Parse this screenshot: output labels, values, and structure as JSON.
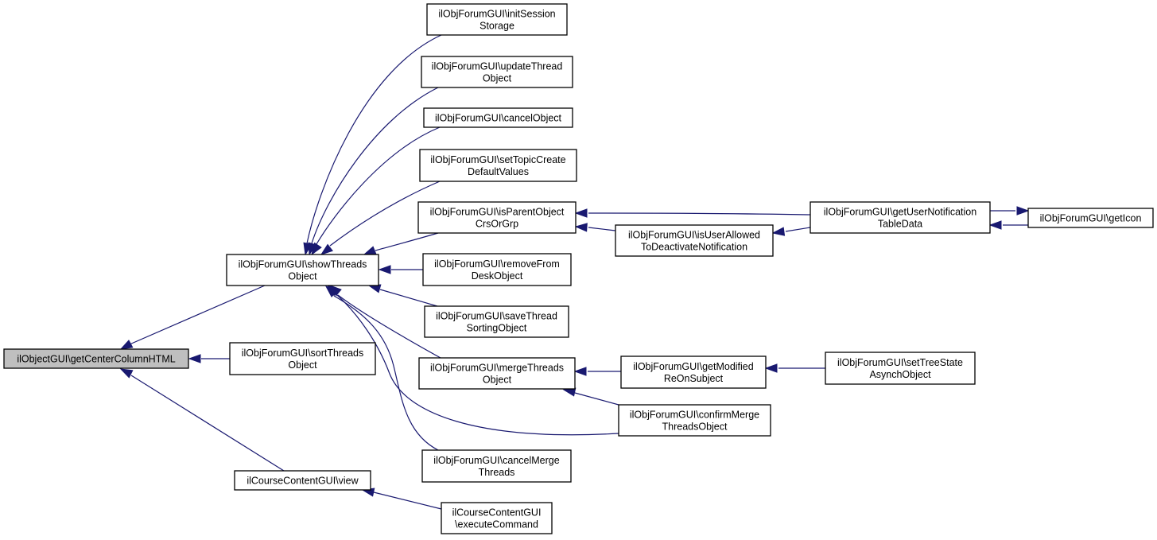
{
  "diagram": {
    "type": "call-graph",
    "colors": {
      "edge": "#191970",
      "root_fill": "#bfbfbf",
      "node_fill": "#ffffff",
      "border": "#000000"
    },
    "nodes": [
      {
        "id": "root",
        "lines": [
          "ilObjectGUI\\getCenterColumnHTML"
        ],
        "root": true
      },
      {
        "id": "showThreads",
        "lines": [
          "ilObjForumGUI\\showThreads",
          "Object"
        ]
      },
      {
        "id": "sortThreads",
        "lines": [
          "ilObjForumGUI\\sortThreads",
          "Object"
        ]
      },
      {
        "id": "view",
        "lines": [
          "ilCourseContentGUI\\view"
        ]
      },
      {
        "id": "initSession",
        "lines": [
          "ilObjForumGUI\\initSession",
          "Storage"
        ]
      },
      {
        "id": "updateThread",
        "lines": [
          "ilObjForumGUI\\updateThread",
          "Object"
        ]
      },
      {
        "id": "cancelObject",
        "lines": [
          "ilObjForumGUI\\cancelObject"
        ]
      },
      {
        "id": "setTopic",
        "lines": [
          "ilObjForumGUI\\setTopicCreate",
          "DefaultValues"
        ]
      },
      {
        "id": "isParent",
        "lines": [
          "ilObjForumGUI\\isParentObject",
          "CrsOrGrp"
        ]
      },
      {
        "id": "removeFromDesk",
        "lines": [
          "ilObjForumGUI\\removeFrom",
          "DeskObject"
        ]
      },
      {
        "id": "saveThreadSorting",
        "lines": [
          "ilObjForumGUI\\saveThread",
          "SortingObject"
        ]
      },
      {
        "id": "mergeThreads",
        "lines": [
          "ilObjForumGUI\\mergeThreads",
          "Object"
        ]
      },
      {
        "id": "cancelMerge",
        "lines": [
          "ilObjForumGUI\\cancelMerge",
          "Threads"
        ]
      },
      {
        "id": "executeCommand",
        "lines": [
          "ilCourseContentGUI",
          "\\executeCommand"
        ]
      },
      {
        "id": "isUserAllowed",
        "lines": [
          "ilObjForumGUI\\isUserAllowed",
          "ToDeactivateNotification"
        ]
      },
      {
        "id": "getModified",
        "lines": [
          "ilObjForumGUI\\getModified",
          "ReOnSubject"
        ]
      },
      {
        "id": "confirmMerge",
        "lines": [
          "ilObjForumGUI\\confirmMerge",
          "ThreadsObject"
        ]
      },
      {
        "id": "getUserNotif",
        "lines": [
          "ilObjForumGUI\\getUserNotification",
          "TableData"
        ]
      },
      {
        "id": "getIcon",
        "lines": [
          "ilObjForumGUI\\getIcon"
        ]
      },
      {
        "id": "setTreeState",
        "lines": [
          "ilObjForumGUI\\setTreeState",
          "AsynchObject"
        ]
      }
    ],
    "edges": [
      {
        "from": "showThreads",
        "to": "root"
      },
      {
        "from": "sortThreads",
        "to": "root"
      },
      {
        "from": "view",
        "to": "root"
      },
      {
        "from": "initSession",
        "to": "showThreads"
      },
      {
        "from": "updateThread",
        "to": "showThreads"
      },
      {
        "from": "cancelObject",
        "to": "showThreads"
      },
      {
        "from": "setTopic",
        "to": "showThreads"
      },
      {
        "from": "isParent",
        "to": "showThreads"
      },
      {
        "from": "removeFromDesk",
        "to": "showThreads"
      },
      {
        "from": "saveThreadSorting",
        "to": "showThreads"
      },
      {
        "from": "mergeThreads",
        "to": "showThreads"
      },
      {
        "from": "confirmMerge",
        "to": "showThreads"
      },
      {
        "from": "cancelMerge",
        "to": "showThreads"
      },
      {
        "from": "executeCommand",
        "to": "view"
      },
      {
        "from": "getUserNotif",
        "to": "isParent"
      },
      {
        "from": "isUserAllowed",
        "to": "isParent"
      },
      {
        "from": "getUserNotif",
        "to": "isUserAllowed"
      },
      {
        "from": "getUserNotif",
        "to": "getIcon"
      },
      {
        "from": "getIcon",
        "to": "getUserNotif"
      },
      {
        "from": "getModified",
        "to": "mergeThreads"
      },
      {
        "from": "confirmMerge",
        "to": "mergeThreads"
      },
      {
        "from": "setTreeState",
        "to": "getModified"
      }
    ]
  }
}
